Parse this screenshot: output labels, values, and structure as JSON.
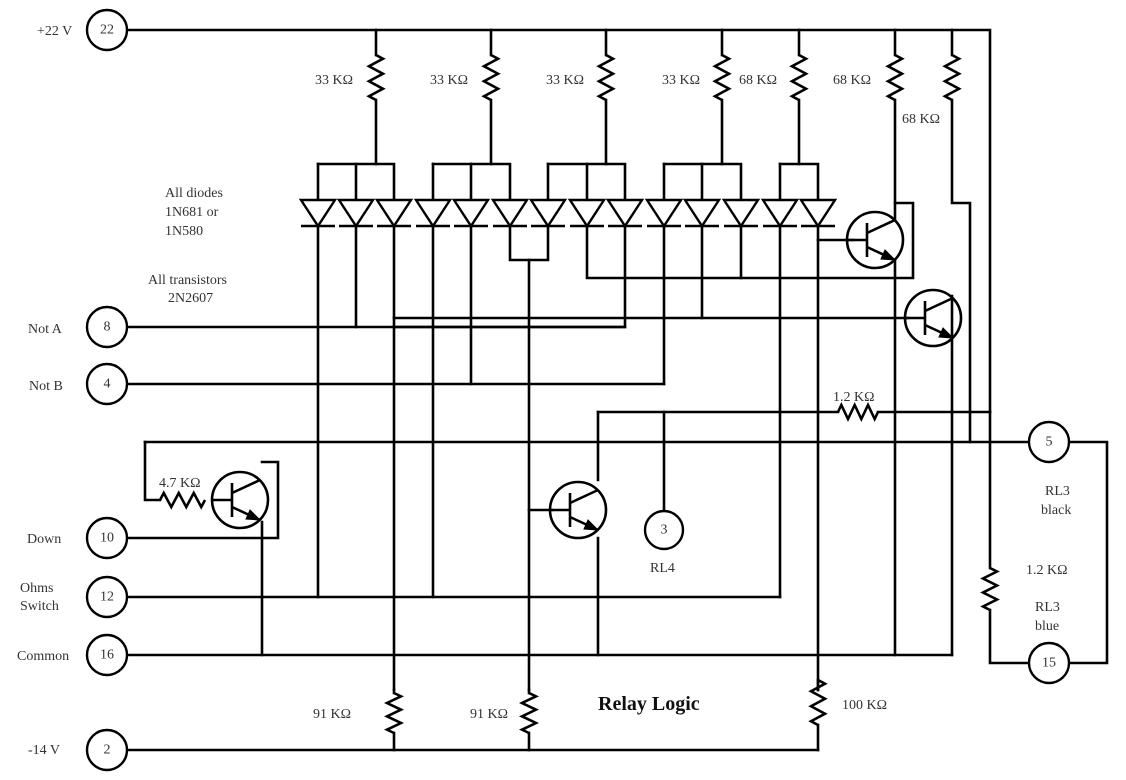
{
  "diagram": {
    "title": "Relay Logic",
    "notes": {
      "diodes_line1": "All diodes",
      "diodes_line2": "1N681 or",
      "diodes_line3": "1N580",
      "transistors_line1": "All transistors",
      "transistors_line2": "2N2607"
    },
    "terminals": [
      {
        "id": "t22",
        "number": "22",
        "label": "+22 V"
      },
      {
        "id": "t8",
        "number": "8",
        "label": "Not A"
      },
      {
        "id": "t4",
        "number": "4",
        "label": "Not B"
      },
      {
        "id": "t10",
        "number": "10",
        "label": "Down"
      },
      {
        "id": "t12",
        "number": "12",
        "label_line1": "Ohms",
        "label_line2": "Switch"
      },
      {
        "id": "t16",
        "number": "16",
        "label": "Common"
      },
      {
        "id": "t2",
        "number": "2",
        "label": "-14 V"
      },
      {
        "id": "t5",
        "number": "5",
        "label_line1": "RL3",
        "label_line2": "black"
      },
      {
        "id": "t15",
        "number": "15",
        "label_line1": "RL3",
        "label_line2": "blue"
      },
      {
        "id": "t3",
        "number": "3",
        "label": "RL4"
      }
    ],
    "resistors": [
      {
        "id": "r1",
        "value": "33 KΩ"
      },
      {
        "id": "r2",
        "value": "33 KΩ"
      },
      {
        "id": "r3",
        "value": "33 KΩ"
      },
      {
        "id": "r4",
        "value": "33 KΩ"
      },
      {
        "id": "r5",
        "value": "68 KΩ"
      },
      {
        "id": "r6",
        "value": "68 KΩ"
      },
      {
        "id": "r7",
        "value": "68 KΩ"
      },
      {
        "id": "r8",
        "value": "1.2 KΩ"
      },
      {
        "id": "r9",
        "value": "4.7 KΩ"
      },
      {
        "id": "r10",
        "value": "1.2 KΩ"
      },
      {
        "id": "r11",
        "value": "91 KΩ"
      },
      {
        "id": "r12",
        "value": "91 KΩ"
      },
      {
        "id": "r13",
        "value": "100 KΩ"
      }
    ],
    "diode_count": 14,
    "transistor_count": 4
  }
}
